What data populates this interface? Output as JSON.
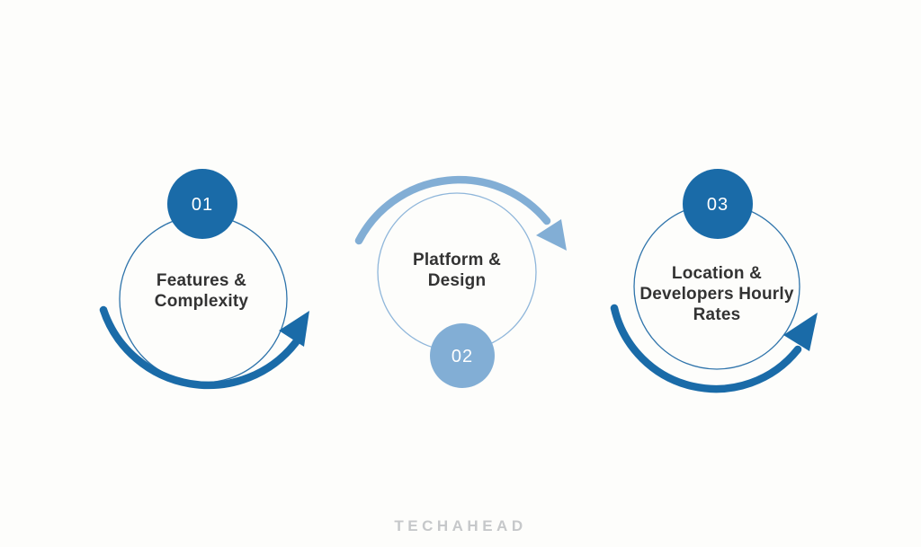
{
  "steps": [
    {
      "number": "01",
      "lines": [
        "Features &",
        "Complexity"
      ],
      "theme": "dark-blue",
      "badge_position": "top",
      "arc_position": "bottom"
    },
    {
      "number": "02",
      "lines": [
        "Platform &",
        "Design"
      ],
      "theme": "light-blue",
      "badge_position": "bottom",
      "arc_position": "top"
    },
    {
      "number": "03",
      "lines": [
        "Location &",
        "Developers Hourly",
        "Rates"
      ],
      "theme": "dark-blue",
      "badge_position": "top",
      "arc_position": "bottom"
    }
  ],
  "footer": {
    "brand": "TECHAHEAD"
  },
  "colors": {
    "dark_blue": "#1a6ba8",
    "light_blue": "#82aed5",
    "outline_dark": "#2f74ab",
    "outline_light": "#8fb6da",
    "text": "#333333",
    "logo_gray": "#c6c8ca",
    "background": "#fdfdfb"
  }
}
